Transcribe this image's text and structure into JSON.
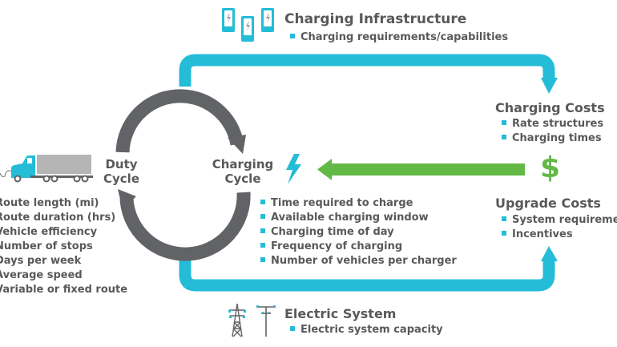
{
  "colors": {
    "cyan": "#25bcd8",
    "gray_arrow": "#626366",
    "green": "#62b946",
    "text": "#58595b",
    "truck_trailer": "#b5b5b5"
  },
  "icons": {
    "charging_infrastructure": "charging-stations-icon",
    "duty_cycle": "electric-truck-icon",
    "charging_cycle": "lightning-bolt-icon",
    "costs": "dollar-sign-icon",
    "electric_system": "power-transmission-tower-icon"
  },
  "charging_infrastructure": {
    "title": "Charging Infrastructure",
    "items": [
      "Charging requirements/capabilities"
    ]
  },
  "duty_cycle": {
    "title_line1": "Duty",
    "title_line2": "Cycle",
    "items": [
      "Route length (mi)",
      "Route duration (hrs)",
      "Vehicle efficiency",
      "Number of stops",
      "Days per week",
      "Average speed",
      "Variable or fixed route"
    ]
  },
  "charging_cycle": {
    "title_line1": "Charging",
    "title_line2": "Cycle",
    "items": [
      "Time required to charge",
      "Available charging window",
      "Charging time of day",
      "Frequency of charging",
      "Number of vehicles per charger"
    ]
  },
  "charging_costs": {
    "title": "Charging Costs",
    "items": [
      "Rate structures",
      "Charging times"
    ]
  },
  "dollar_symbol": "$",
  "upgrade_costs": {
    "title": "Upgrade Costs",
    "items": [
      "System requiremer",
      "Incentives"
    ]
  },
  "electric_system": {
    "title": "Electric System",
    "items": [
      "Electric system capacity"
    ]
  }
}
